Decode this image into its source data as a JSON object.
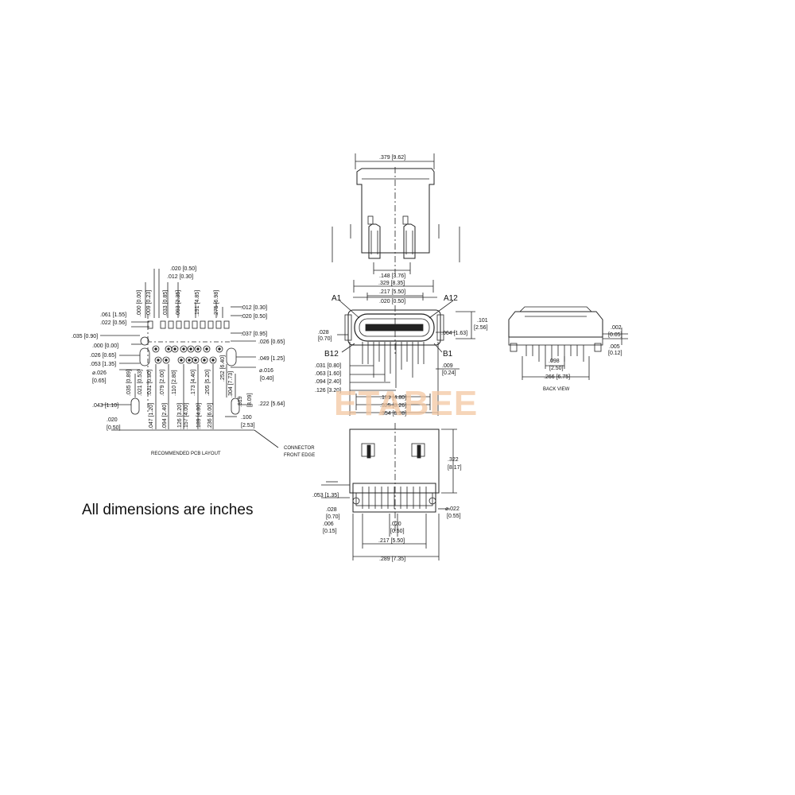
{
  "note": "All dimensions are inches",
  "watermark": "ETABEE",
  "pcb_layout": {
    "caption": "RECOMMENDED PCB LAYOUT",
    "front_edge": [
      "CONNECTOR",
      "FRONT EDGE"
    ],
    "dims": [
      ".020 [0.50]",
      ".012 [0.30]",
      ".000 [0.00]",
      ".009 [0.23]",
      ".033 [0.85]",
      ".093 [2.35]",
      ".191 [4.85]",
      ".275 [6.98]",
      ".061 [1.55]",
      ".022 [0.56]",
      ".012 [0.30]",
      ".020 [0.50]",
      ".035 [0.90]",
      ".037 [0.95]",
      ".000 [0.00]",
      ".026 [0.65]",
      ".026 [0.65]",
      ".049 [1.25]",
      ".053 [1.35]",
      "⌀.016",
      "[0.40]",
      "⌀.026",
      "[0.65]",
      ".035 [0.89]",
      ".021 [0.53]",
      ".031 [0.80]",
      ".079 [2.00]",
      ".110 [2.80]",
      ".173 [4.40]",
      ".205 [5.20]",
      ".252 [6.40]",
      ".304 [7.73]",
      ".319",
      "[8.09]",
      ".222 [5.64]",
      ".100",
      "[2.53]",
      ".043 [1.10]",
      ".020",
      "[0.50]",
      ".047 [1.20]",
      ".094 [2.40]",
      ".126 [3.20]",
      ".157 [4.00]",
      ".189 [4.80]",
      ".236 [6.00]"
    ]
  },
  "top_view": {
    "dims": [
      ".379 [9.62]",
      ".148 [3.76]"
    ]
  },
  "front_view": {
    "labels": [
      "A1",
      "A12",
      "B12",
      "B1"
    ],
    "dims": [
      ".329 [8.35]",
      ".217 [5.50]",
      ".020 [0.50]",
      ".028",
      "[0.70]",
      ".064 [1.63]",
      ".101",
      "[2.56]",
      ".031 [0.80]",
      ".063 [1.60]",
      ".094 [2.40]",
      ".126 [3.20]",
      ".009",
      "[0.24]",
      ".189 [4.80]",
      ".325 [8.26]",
      ".354 [8.98]"
    ]
  },
  "back_view": {
    "caption": "BACK VIEW",
    "dims": [
      ".002",
      "[0.05]",
      ".005",
      "[0.12]",
      ".098",
      "[2.50]",
      ".266 [6.75]"
    ]
  },
  "bottom_view": {
    "dims": [
      ".322",
      "[8.17]",
      ".053 [1.35]",
      ".028",
      "[0.70]",
      "⌀.022",
      "[0.55]",
      ".006",
      "[0.15]",
      ".020",
      "[0.50]",
      ".217 [5.50]",
      ".289 [7.35]"
    ]
  }
}
